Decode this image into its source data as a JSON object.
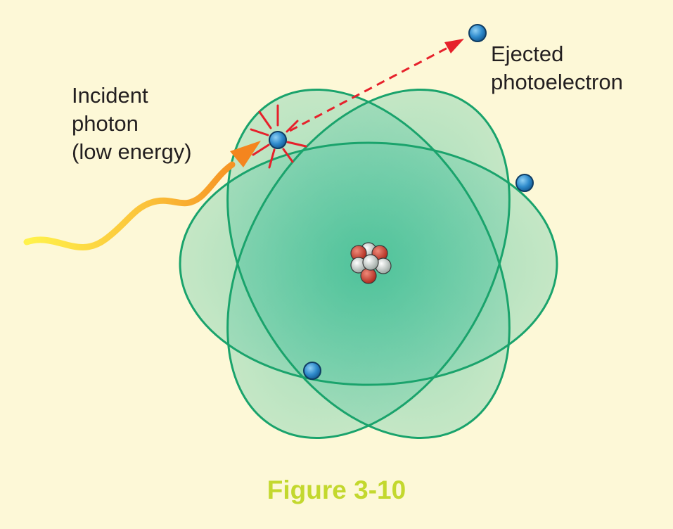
{
  "labels": {
    "incident": [
      "Incident",
      "photon",
      "(low energy)"
    ],
    "ejected": [
      "Ejected",
      "photoelectron"
    ]
  },
  "caption": "Figure 3-10",
  "icons": {
    "electron": "electron-icon",
    "nucleus": "nucleus-icon",
    "photon": "wavy-photon-arrow-icon",
    "ejection": "dashed-arrow-icon",
    "impact": "impact-burst-icon"
  },
  "colors": {
    "background": "#fdf8d7",
    "orbit_fill": "#4cbf9a",
    "orbit_stroke": "#1aa36c",
    "electron": "#2e86c8",
    "photon_start": "#fff04a",
    "photon_end": "#f58a1f",
    "ejection_arrow": "#e6212b",
    "proton": "#c83a2a",
    "neutron": "#c4ccc8",
    "caption": "#c3d82e"
  }
}
